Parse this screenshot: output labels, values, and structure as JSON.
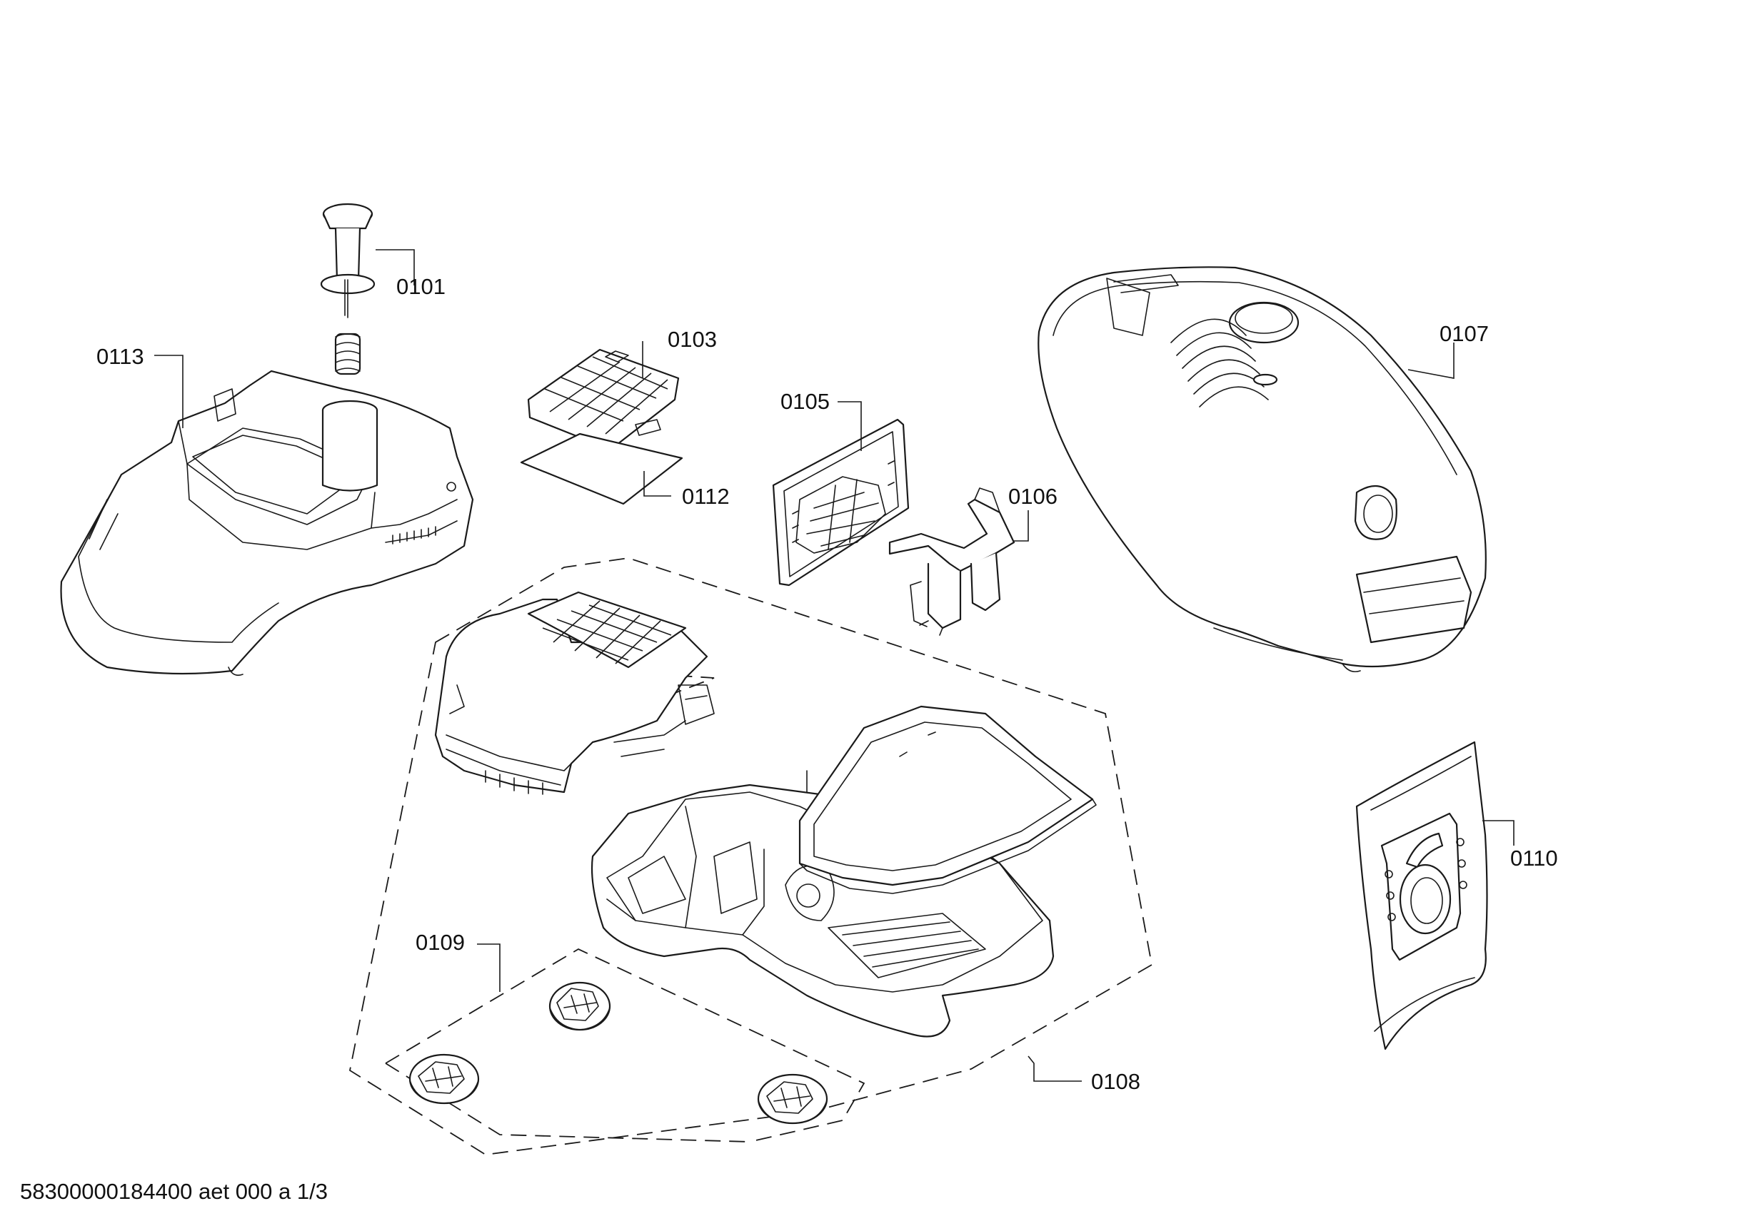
{
  "diagram": {
    "callouts": {
      "p0101": "0101",
      "p0103": "0103",
      "p0105": "0105",
      "p0106": "0106",
      "p0107": "0107",
      "p0108": "0108",
      "p0109": "0109",
      "p0110": "0110",
      "p0112": "0112",
      "p0113": "0113"
    },
    "footer": "58300000184400 aet 000 a 1/3"
  }
}
